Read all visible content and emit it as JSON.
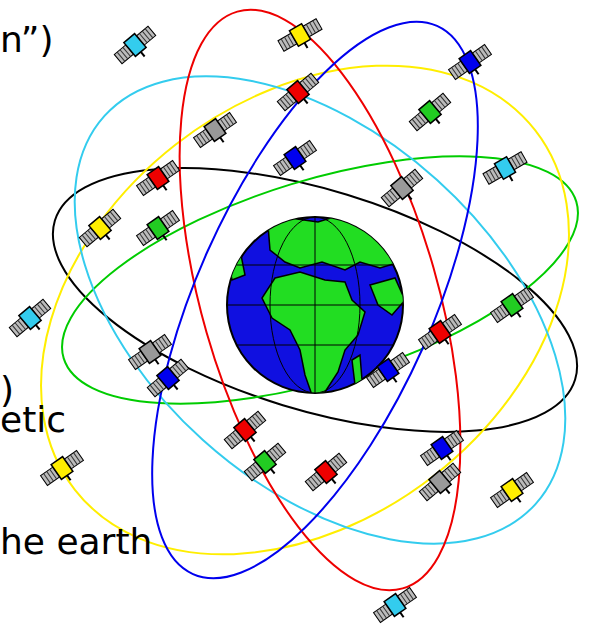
{
  "diagram": {
    "labels": [
      "n”)",
      ")",
      "etic",
      "he earth"
    ]
  }
}
